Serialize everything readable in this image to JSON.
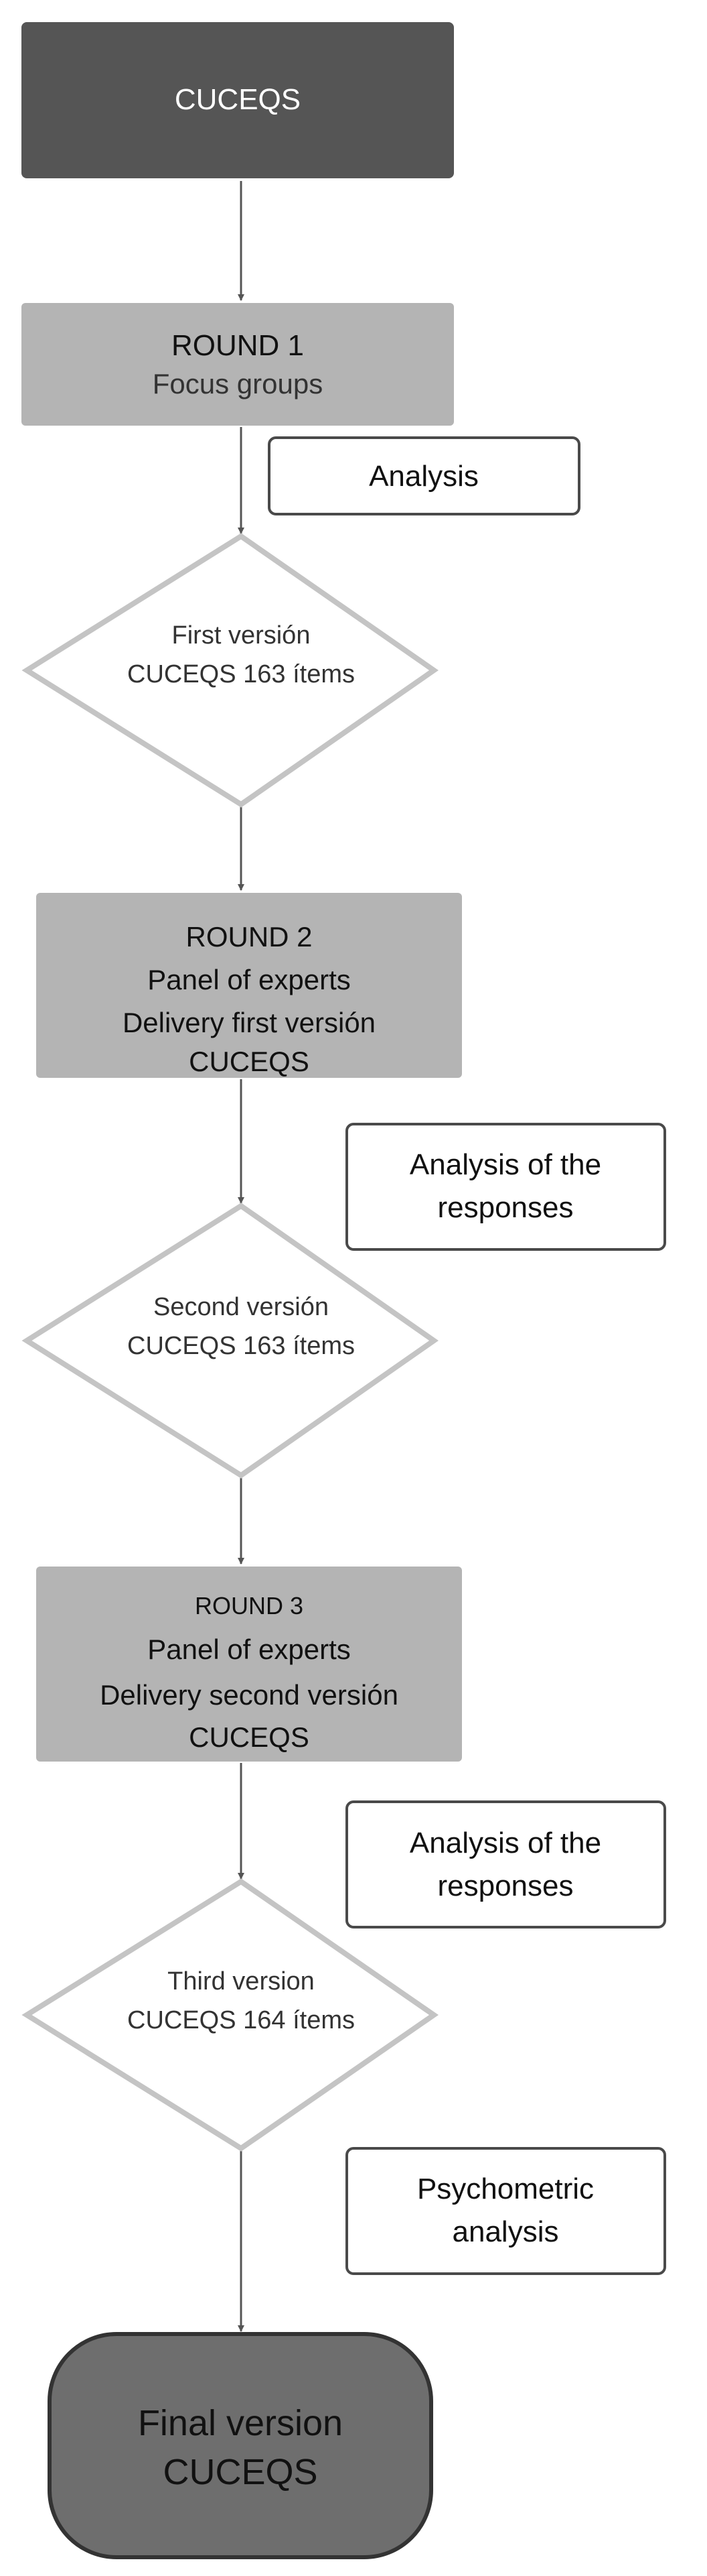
{
  "flowchart": {
    "start": {
      "text": "CUCEQS"
    },
    "round1": {
      "line1": "ROUND 1",
      "line2": "Focus groups"
    },
    "note1": {
      "text": "Analysis"
    },
    "decision1": {
      "line1": "First versión",
      "line2": "CUCEQS 163  ítems"
    },
    "round2": {
      "line1": "ROUND 2",
      "line2": "Panel of experts",
      "line3": "Delivery first versión",
      "line4": "CUCEQS"
    },
    "note2": {
      "line1": "Analysis of the",
      "line2": "responses"
    },
    "decision2": {
      "line1": "Second versión",
      "line2": "CUCEQS 163  ítems"
    },
    "round3": {
      "line1": "ROUND 3",
      "line2": "Panel  of experts",
      "line3": "Delivery second versión",
      "line4": "CUCEQS"
    },
    "note3": {
      "line1": "Analysis of the",
      "line2": "responses"
    },
    "decision3": {
      "line1": "Third version",
      "line2": "CUCEQS 164  ítems"
    },
    "note4": {
      "line1": "Psychometric",
      "line2": "analysis"
    },
    "end": {
      "line1": "Final version",
      "line2": "CUCEQS"
    }
  },
  "colors": {
    "start_fill": "#555555",
    "round_fill": "#b4b4b4",
    "end_fill": "#6e6e6e",
    "line": "#555555",
    "outline": "#4a4a4a",
    "decision_stroke": "#c4c4c4"
  }
}
